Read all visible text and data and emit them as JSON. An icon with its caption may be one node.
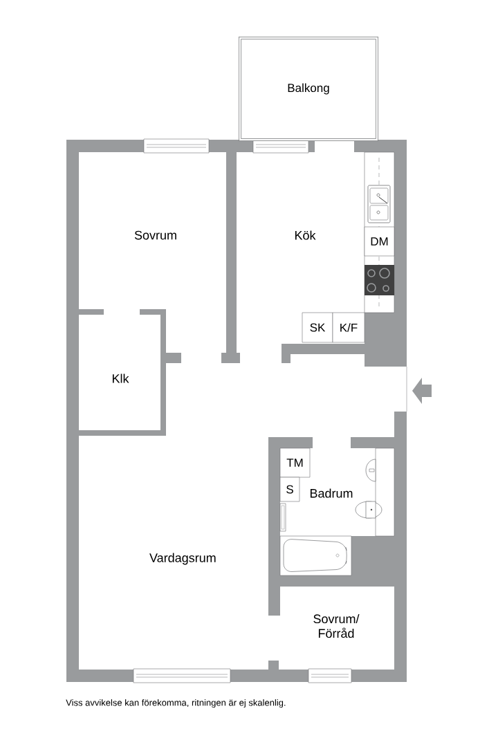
{
  "diagram": {
    "caption": "Viss avvikelse kan förekomma, ritningen är ej skalenlig.",
    "nodes": [
      {
        "text": [
          "Balkong"
        ]
      },
      {
        "text": [
          "DM"
        ]
      },
      {
        "text": [
          "SK"
        ]
      },
      {
        "text": [
          "K/F"
        ]
      },
      {
        "text": [
          "TM"
        ]
      },
      {
        "text": [
          "S"
        ]
      }
    ],
    "labels": [
      "Sovrum",
      "Kök",
      "Klk",
      "Badrum",
      "Vardagsrum",
      "Sovrum/ Förråd"
    ]
  }
}
